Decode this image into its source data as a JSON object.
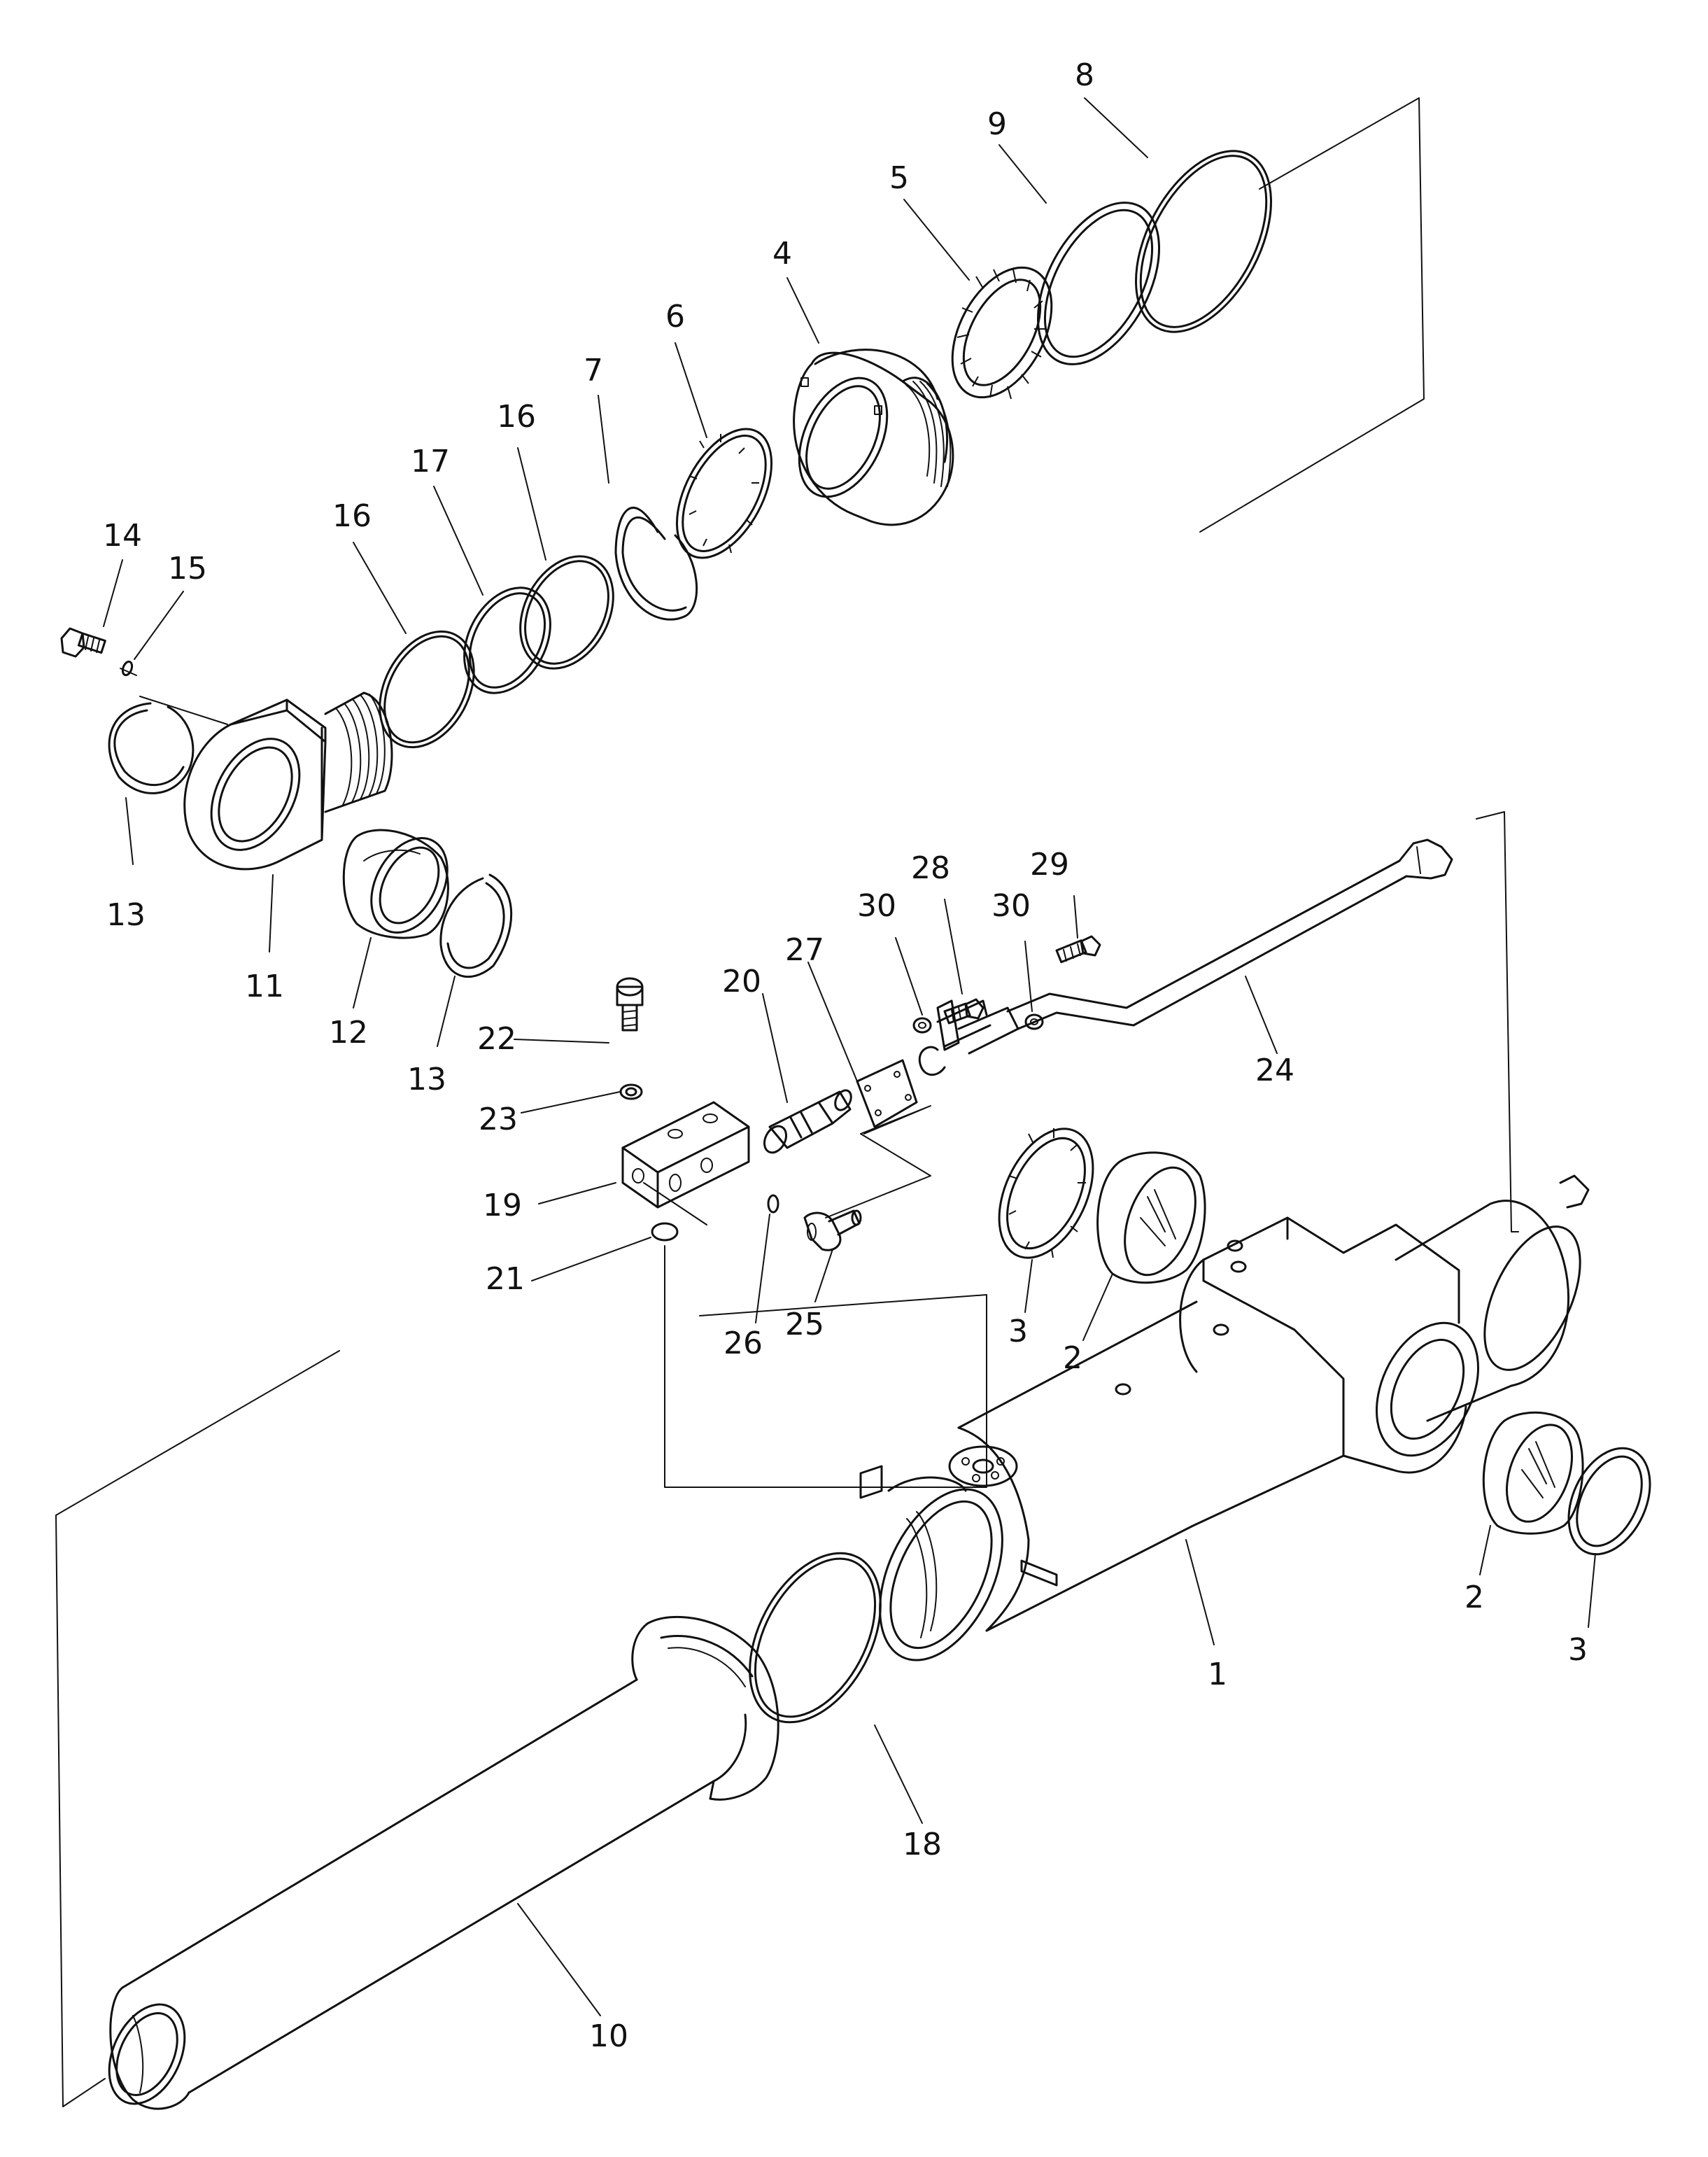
{
  "callouts": [
    {
      "id": "p1",
      "label": "1"
    },
    {
      "id": "p2a",
      "label": "2"
    },
    {
      "id": "p2b",
      "label": "2"
    },
    {
      "id": "p3a",
      "label": "3"
    },
    {
      "id": "p3b",
      "label": "3"
    },
    {
      "id": "p4",
      "label": "4"
    },
    {
      "id": "p5",
      "label": "5"
    },
    {
      "id": "p6",
      "label": "6"
    },
    {
      "id": "p7",
      "label": "7"
    },
    {
      "id": "p8",
      "label": "8"
    },
    {
      "id": "p9",
      "label": "9"
    },
    {
      "id": "p10",
      "label": "10"
    },
    {
      "id": "p11",
      "label": "11"
    },
    {
      "id": "p12",
      "label": "12"
    },
    {
      "id": "p13a",
      "label": "13"
    },
    {
      "id": "p13b",
      "label": "13"
    },
    {
      "id": "p14",
      "label": "14"
    },
    {
      "id": "p15",
      "label": "15"
    },
    {
      "id": "p16a",
      "label": "16"
    },
    {
      "id": "p16b",
      "label": "16"
    },
    {
      "id": "p17",
      "label": "17"
    },
    {
      "id": "p18",
      "label": "18"
    },
    {
      "id": "p19",
      "label": "19"
    },
    {
      "id": "p20",
      "label": "20"
    },
    {
      "id": "p21",
      "label": "21"
    },
    {
      "id": "p22",
      "label": "22"
    },
    {
      "id": "p23",
      "label": "23"
    },
    {
      "id": "p24",
      "label": "24"
    },
    {
      "id": "p25",
      "label": "25"
    },
    {
      "id": "p26",
      "label": "26"
    },
    {
      "id": "p27",
      "label": "27"
    },
    {
      "id": "p28",
      "label": "28"
    },
    {
      "id": "p29",
      "label": "29"
    },
    {
      "id": "p30a",
      "label": "30"
    },
    {
      "id": "p30b",
      "label": "30"
    }
  ]
}
